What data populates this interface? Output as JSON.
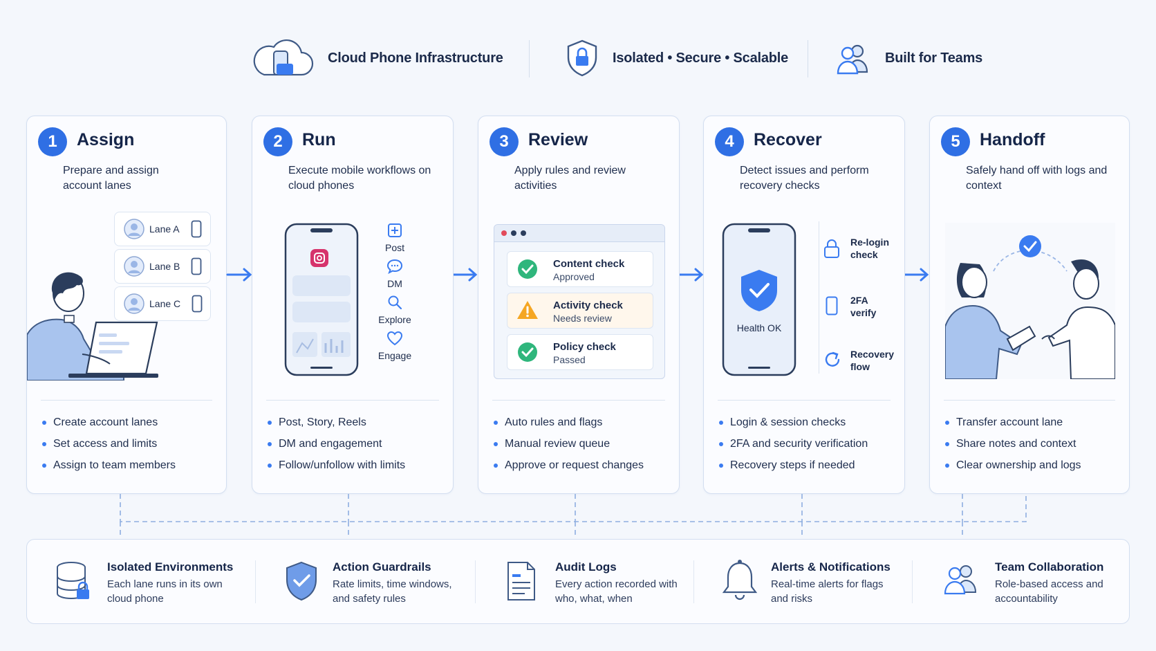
{
  "header": {
    "items": [
      {
        "label": "Cloud Phone Infrastructure",
        "icon": "cloud-phone-icon"
      },
      {
        "label": "Isolated • Secure • Scalable",
        "icon": "shield-lock-icon"
      },
      {
        "label": "Built for Teams",
        "icon": "team-icon"
      }
    ]
  },
  "steps": [
    {
      "number": "1",
      "title": "Assign",
      "desc": "Prepare and assign account lanes",
      "lanes": [
        "Lane A",
        "Lane B",
        "Lane C"
      ],
      "bullets": [
        "Create account lanes",
        "Set access and limits",
        "Assign to team members"
      ]
    },
    {
      "number": "2",
      "title": "Run",
      "desc": "Execute mobile workflows on cloud phones",
      "actions": [
        "Post",
        "DM",
        "Explore",
        "Engage"
      ],
      "bullets": [
        "Post, Story, Reels",
        "DM and engagement",
        "Follow/unfollow with limits"
      ]
    },
    {
      "number": "3",
      "title": "Review",
      "desc": "Apply rules and review activities",
      "checks": [
        {
          "title": "Content check",
          "status": "Approved"
        },
        {
          "title": "Activity check",
          "status": "Needs review"
        },
        {
          "title": "Policy check",
          "status": "Passed"
        }
      ],
      "bullets": [
        "Auto rules and flags",
        "Manual review queue",
        "Approve or request changes"
      ]
    },
    {
      "number": "4",
      "title": "Recover",
      "desc": "Detect issues and perform recovery checks",
      "health": "Health OK",
      "side": [
        "Re-login check",
        "2FA verify",
        "Recovery flow"
      ],
      "bullets": [
        "Login & session checks",
        "2FA and security verification",
        "Recovery steps if needed"
      ]
    },
    {
      "number": "5",
      "title": "Handoff",
      "desc": "Safely hand off with logs and context",
      "bullets": [
        "Transfer account lane",
        "Share notes and context",
        "Clear ownership and logs"
      ]
    }
  ],
  "features": [
    {
      "title": "Isolated Environments",
      "desc": "Each lane runs in its own cloud phone",
      "icon": "database-lock-icon"
    },
    {
      "title": "Action Guardrails",
      "desc": "Rate limits, time windows, and safety rules",
      "icon": "shield-check-icon"
    },
    {
      "title": "Audit Logs",
      "desc": "Every action recorded with who, what, when",
      "icon": "document-icon"
    },
    {
      "title": "Alerts & Notifications",
      "desc": "Real-time alerts for flags and risks",
      "icon": "bell-icon"
    },
    {
      "title": "Team Collaboration",
      "desc": "Role-based access and accountability",
      "icon": "team-icon"
    }
  ],
  "colors": {
    "accent": "#2f6fe4",
    "warning": "#f5a623",
    "success": "#2fb67c",
    "border": "#d3def0"
  }
}
